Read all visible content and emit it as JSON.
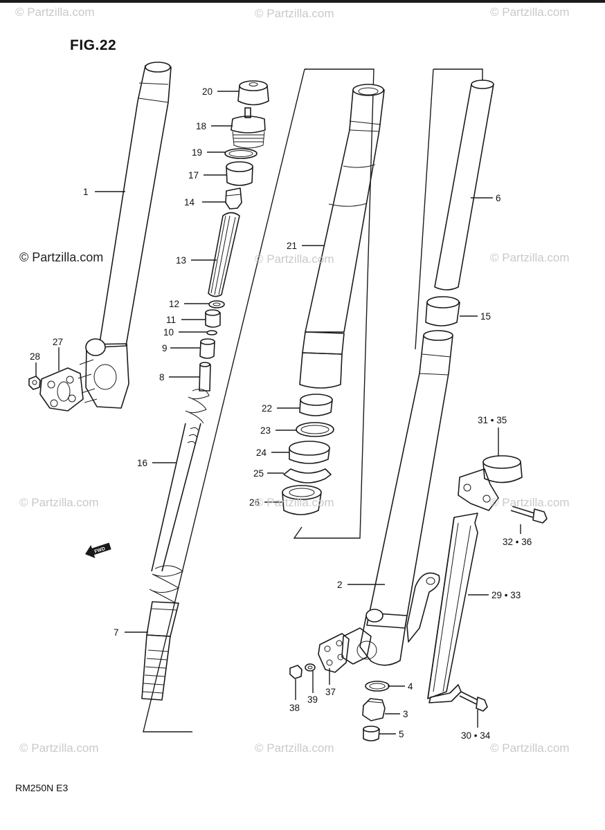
{
  "figure": {
    "title": "FIG.22",
    "model": "RM250N E3"
  },
  "watermarks": [
    {
      "id": "wm-1",
      "text": "© Partzilla.com"
    },
    {
      "id": "wm-2",
      "text": "© Partzilla.com"
    },
    {
      "id": "wm-3",
      "text": "© Partzilla.com"
    },
    {
      "id": "wm-4",
      "text": "© Partzilla.com"
    },
    {
      "id": "wm-5",
      "text": "© Partzilla.com"
    },
    {
      "id": "wm-6",
      "text": "© Partzilla.com"
    },
    {
      "id": "wm-7",
      "text": "© Partzilla.com"
    },
    {
      "id": "wm-8",
      "text": "© Partzilla.com"
    },
    {
      "id": "wm-9",
      "text": "© Partzilla.com"
    },
    {
      "id": "wm-10",
      "text": "© Partzilla.com"
    },
    {
      "id": "wm-11",
      "text": "© Partzilla.com"
    },
    {
      "id": "wm-12",
      "text": "© Partzilla.com"
    }
  ],
  "fwd_marker": "FWD",
  "callouts": [
    {
      "id": "1",
      "text": "1"
    },
    {
      "id": "2",
      "text": "2"
    },
    {
      "id": "3",
      "text": "3"
    },
    {
      "id": "4",
      "text": "4"
    },
    {
      "id": "5",
      "text": "5"
    },
    {
      "id": "6",
      "text": "6"
    },
    {
      "id": "7",
      "text": "7"
    },
    {
      "id": "8",
      "text": "8"
    },
    {
      "id": "9",
      "text": "9"
    },
    {
      "id": "10",
      "text": "10"
    },
    {
      "id": "11",
      "text": "11"
    },
    {
      "id": "12",
      "text": "12"
    },
    {
      "id": "13",
      "text": "13"
    },
    {
      "id": "14",
      "text": "14"
    },
    {
      "id": "15",
      "text": "15"
    },
    {
      "id": "16",
      "text": "16"
    },
    {
      "id": "17",
      "text": "17"
    },
    {
      "id": "18",
      "text": "18"
    },
    {
      "id": "19",
      "text": "19"
    },
    {
      "id": "20",
      "text": "20"
    },
    {
      "id": "21",
      "text": "21"
    },
    {
      "id": "22",
      "text": "22"
    },
    {
      "id": "23",
      "text": "23"
    },
    {
      "id": "24",
      "text": "24"
    },
    {
      "id": "25",
      "text": "25"
    },
    {
      "id": "26",
      "text": "26"
    },
    {
      "id": "27",
      "text": "27"
    },
    {
      "id": "28",
      "text": "28"
    },
    {
      "id": "29-33",
      "text": "29 • 33"
    },
    {
      "id": "30-34",
      "text": "30 • 34"
    },
    {
      "id": "31-35",
      "text": "31 • 35"
    },
    {
      "id": "32-36",
      "text": "32 • 36"
    },
    {
      "id": "37",
      "text": "37"
    },
    {
      "id": "38",
      "text": "38"
    },
    {
      "id": "39",
      "text": "39"
    }
  ]
}
